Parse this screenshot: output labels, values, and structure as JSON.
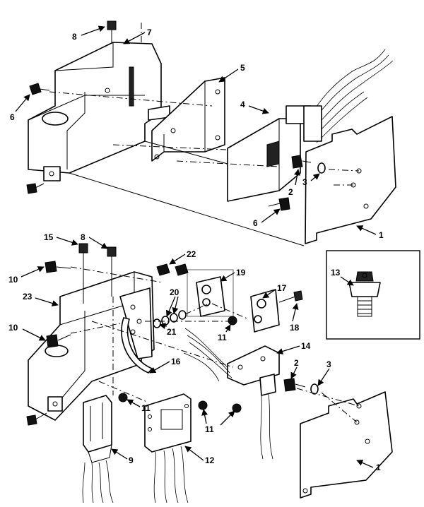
{
  "callouts": {
    "top": {
      "c8": "8",
      "c7": "7",
      "c5": "5",
      "c6a": "6",
      "c4": "4",
      "c2": "2",
      "c3": "3",
      "c6b": "6",
      "c1": "1"
    },
    "bottom": {
      "c15": "15",
      "c8": "8",
      "c22": "22",
      "c10a": "10",
      "c19": "19",
      "c23": "23",
      "c20": "20",
      "c17": "17",
      "c10b": "10",
      "c21": "21",
      "c11a": "11",
      "c18": "18",
      "c14": "14",
      "c16": "16",
      "c2": "2",
      "c3": "3",
      "c11b": "11",
      "c11c": "11",
      "c9": "9",
      "c12": "12",
      "c1": "1"
    },
    "detail": {
      "c13": "13"
    }
  }
}
